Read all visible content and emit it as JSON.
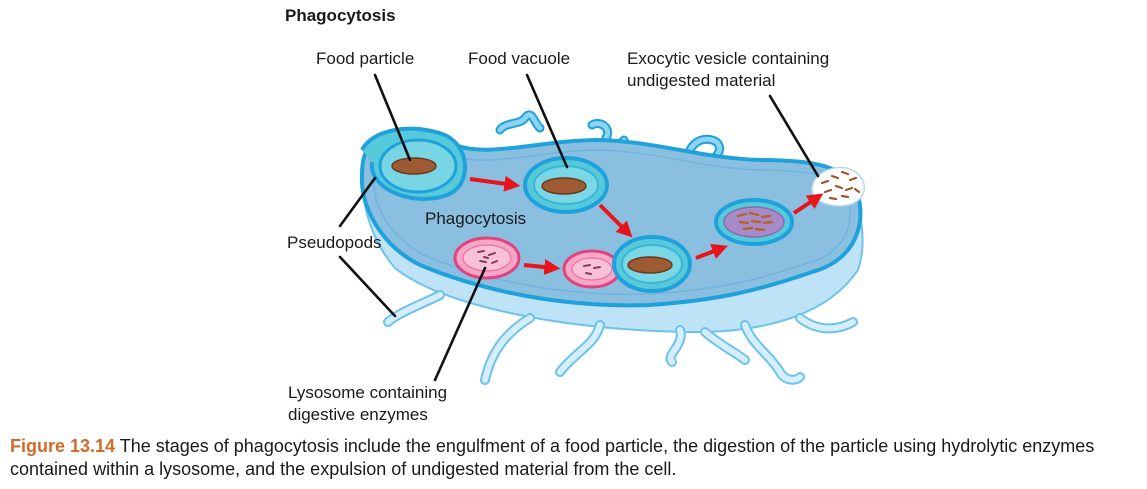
{
  "diagram": {
    "title": "Phagocytosis",
    "labels": {
      "food_particle": "Food particle",
      "food_vacuole": "Food vacuole",
      "exocytic_line1": "Exocytic vesicle containing",
      "exocytic_line2": "undigested material",
      "phagocytosis_inner": "Phagocytosis",
      "pseudopods": "Pseudopods",
      "lysosome_line1": "Lysosome containing",
      "lysosome_line2": "digestive enzymes"
    },
    "colors": {
      "cytoplasm": "#8bbfe0",
      "membrane": "#1fa2dc",
      "cell_base": "#bfe3f6",
      "vacuole": "#56c9da",
      "particle": "#9e5a32",
      "lysosome": "#f6a7c8",
      "lysosome_rim": "#e4417f",
      "digesting": "#a78bc8",
      "arrow": "#e8141c"
    }
  },
  "caption": {
    "figure_number": "Figure 13.14",
    "text": " The stages of phagocytosis include the engulfment of a food particle, the digestion of the particle using hydrolytic enzymes contained within a lysosome, and the expulsion of undigested material from the cell."
  }
}
